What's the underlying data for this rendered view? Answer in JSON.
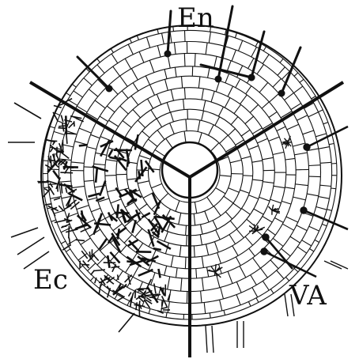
{
  "labels": {
    "top": "En",
    "left": "Ec",
    "right": "VA"
  },
  "colors": {
    "ink": "#111111",
    "paper": "#ffffff"
  }
}
